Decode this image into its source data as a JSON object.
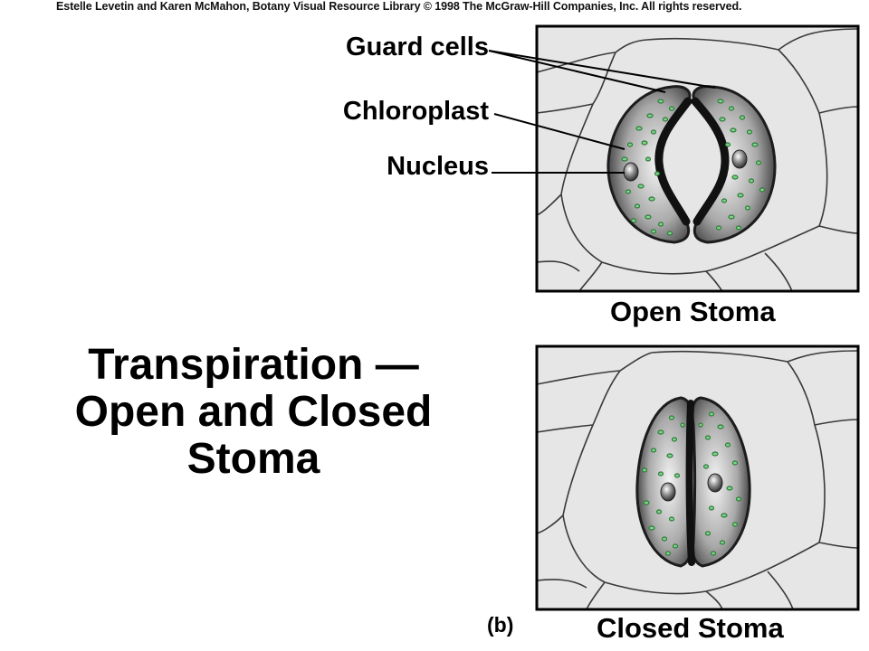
{
  "credit_line": "Estelle Levetin and Karen McMahon, Botany Visual Resource Library © 1998 The McGraw-Hill Companies, Inc. All rights reserved.",
  "callouts": {
    "guard_cells": "Guard cells",
    "chloroplast": "Chloroplast",
    "nucleus": "Nucleus"
  },
  "panels": {
    "open_caption": "Open Stoma",
    "closed_caption": "Closed Stoma"
  },
  "title_lines": [
    "Transpiration —",
    "Open and Closed",
    "Stoma"
  ],
  "figure_letter": "(b)",
  "colors": {
    "background_cells": "#e6e6e6",
    "cell_wall": "#3a3a3a",
    "guard_cell_dark": "#1c1c1c",
    "guard_cell_light": "#d9d9d9",
    "chloroplast": "#3aa84a"
  }
}
